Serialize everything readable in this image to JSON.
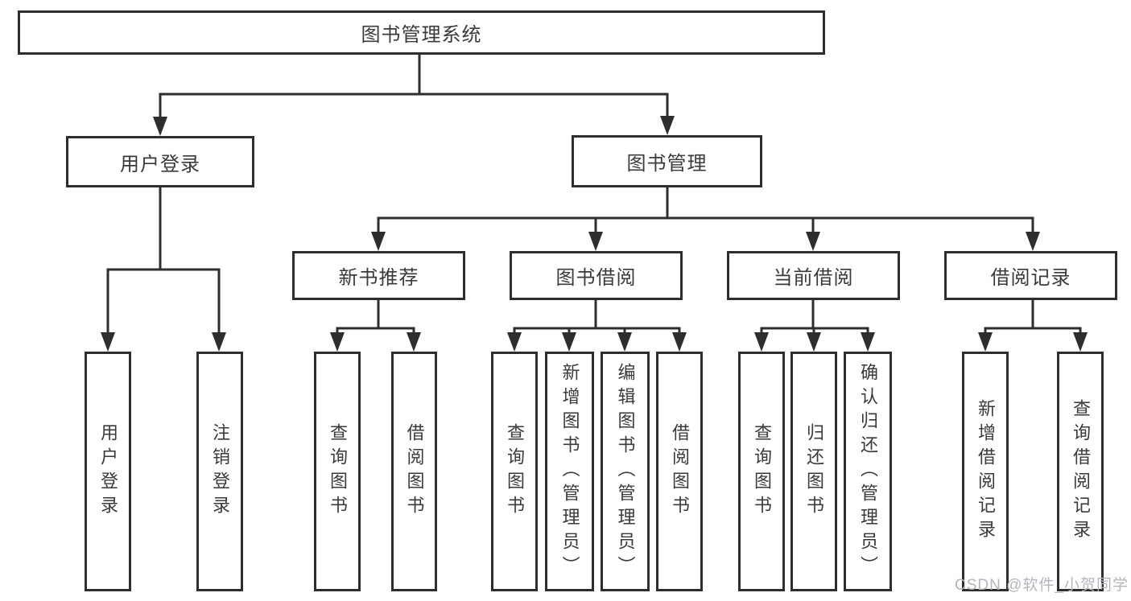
{
  "tree": {
    "label": "图书管理系统",
    "children": [
      {
        "label": "用户登录",
        "children": [
          {
            "label": "用户登录"
          },
          {
            "label": "注销登录"
          }
        ]
      },
      {
        "label": "图书管理",
        "children": [
          {
            "label": "新书推荐",
            "children": [
              {
                "label": "查询图书"
              },
              {
                "label": "借阅图书"
              }
            ]
          },
          {
            "label": "图书借阅",
            "children": [
              {
                "label": "查询图书"
              },
              {
                "label": "新增图书（管理员）"
              },
              {
                "label": "编辑图书（管理员）"
              },
              {
                "label": "借阅图书"
              }
            ]
          },
          {
            "label": "当前借阅",
            "children": [
              {
                "label": "查询图书"
              },
              {
                "label": "归还图书"
              },
              {
                "label": "确认归还（管理员）"
              }
            ]
          },
          {
            "label": "借阅记录",
            "children": [
              {
                "label": "新增借阅记录"
              },
              {
                "label": "查询借阅记录"
              }
            ]
          }
        ]
      }
    ]
  },
  "watermark": "CSDN @软件_小贺同学",
  "colors": {
    "line": "#2e2e2e",
    "text": "#3a3a3a",
    "watermark": "#b2b6bd",
    "background": "#ffffff"
  }
}
